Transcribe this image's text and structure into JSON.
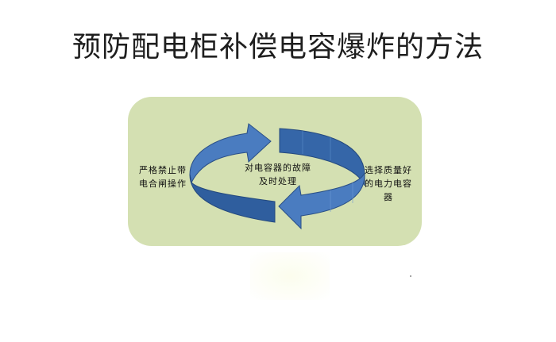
{
  "title": "预防配电柜补偿电容爆炸的方法",
  "diagram": {
    "type": "cycle",
    "panel_color": "#d4e0b2",
    "arrow_color": "#4a7cc0",
    "arrow_dark_color": "#2f5e9e",
    "labels": {
      "left_line1": "严格禁止带",
      "left_line2": "电合闸操作",
      "center_line1": "对电容器的故障",
      "center_line2": "及时处理",
      "right_line1": "选择质量好",
      "right_line2": "的电力电容",
      "right_line3": "器"
    }
  }
}
